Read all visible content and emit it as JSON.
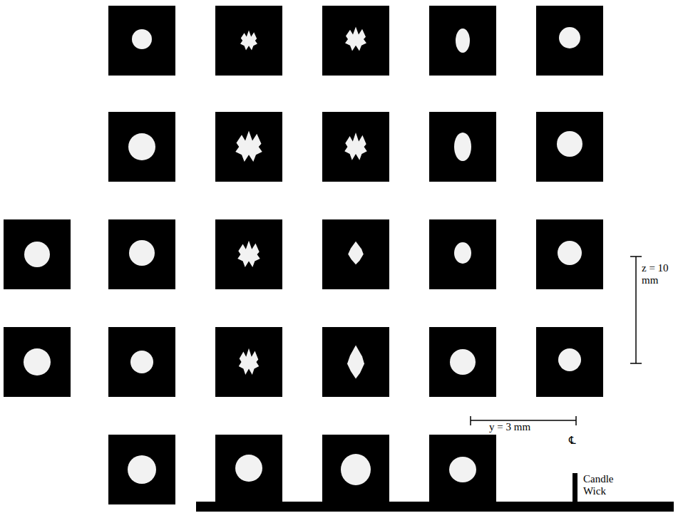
{
  "diagram": {
    "labels": [
      "z = 10 mm",
      "y = 3 mm",
      "℄",
      "Candle Wick"
    ]
  }
}
